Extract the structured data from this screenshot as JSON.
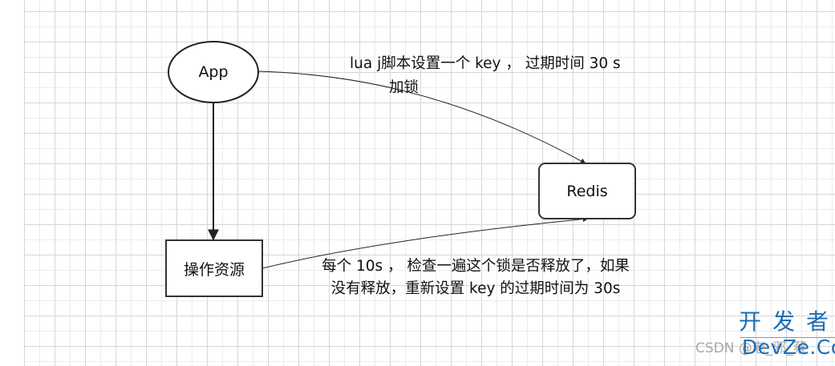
{
  "diagram": {
    "nodes": {
      "app": {
        "label": "App",
        "shape": "ellipse"
      },
      "redis": {
        "label": "Redis",
        "shape": "rounded-rectangle"
      },
      "resource": {
        "label": "操作资源",
        "shape": "rectangle"
      }
    },
    "edges": [
      {
        "from": "app",
        "to": "redis",
        "label_lines": [
          "lua j脚本设置一个 key ， 过期时间 30 s",
          "加锁"
        ]
      },
      {
        "from": "app",
        "to": "resource",
        "label_lines": []
      },
      {
        "from": "resource",
        "to": "redis",
        "label_lines": [
          "每个 10s ， 检查一遍这个锁是否释放了，如果",
          "没有释放，重新设置 key 的过期时间为 30s"
        ]
      }
    ]
  },
  "colors": {
    "stroke": "#222222",
    "grid_major": "#d6d6d6",
    "grid_minor": "#ececec",
    "watermark_blue": "#1c6db5",
    "watermark_grey": "#a8a8a8"
  },
  "watermark": {
    "cn_text": "开发者",
    "en_text": "DevZe.CoM",
    "csdn_text": "CSDN @老_邪_蔡"
  }
}
